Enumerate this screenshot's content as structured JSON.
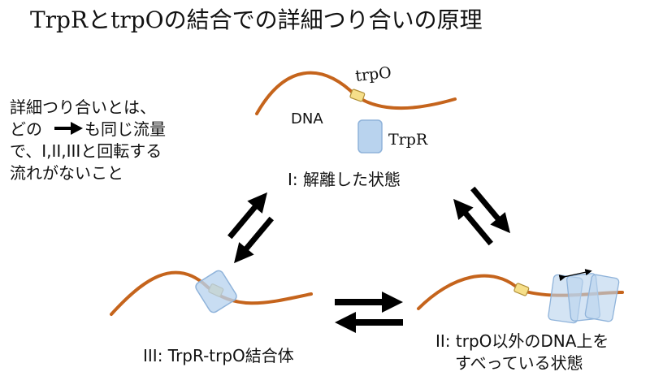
{
  "title": "TrpRとtrpOの結合での詳細つり合いの原理",
  "explanation": {
    "line1": "詳細つり合いとは、",
    "line2_before": "どの",
    "line2_after": "も同じ流量",
    "line3": "で、I,II,IIIと回転する",
    "line4": "流れがないこと"
  },
  "state_i": {
    "label": "I: 解離した状態",
    "dna_label": "DNA",
    "operator_label": "trpO",
    "protein_label": "TrpR"
  },
  "state_ii": {
    "label_line1": "II: trpO以外のDNA上を",
    "label_line2": "すべっている状態"
  },
  "state_iii": {
    "label": "III: TrpR-trpO結合体"
  },
  "colors": {
    "dna": "#c5641c",
    "operator": "#f6df8a",
    "protein": "#b9d3ee",
    "protein_edge": "#8fb3da",
    "arrow": "#000000"
  }
}
